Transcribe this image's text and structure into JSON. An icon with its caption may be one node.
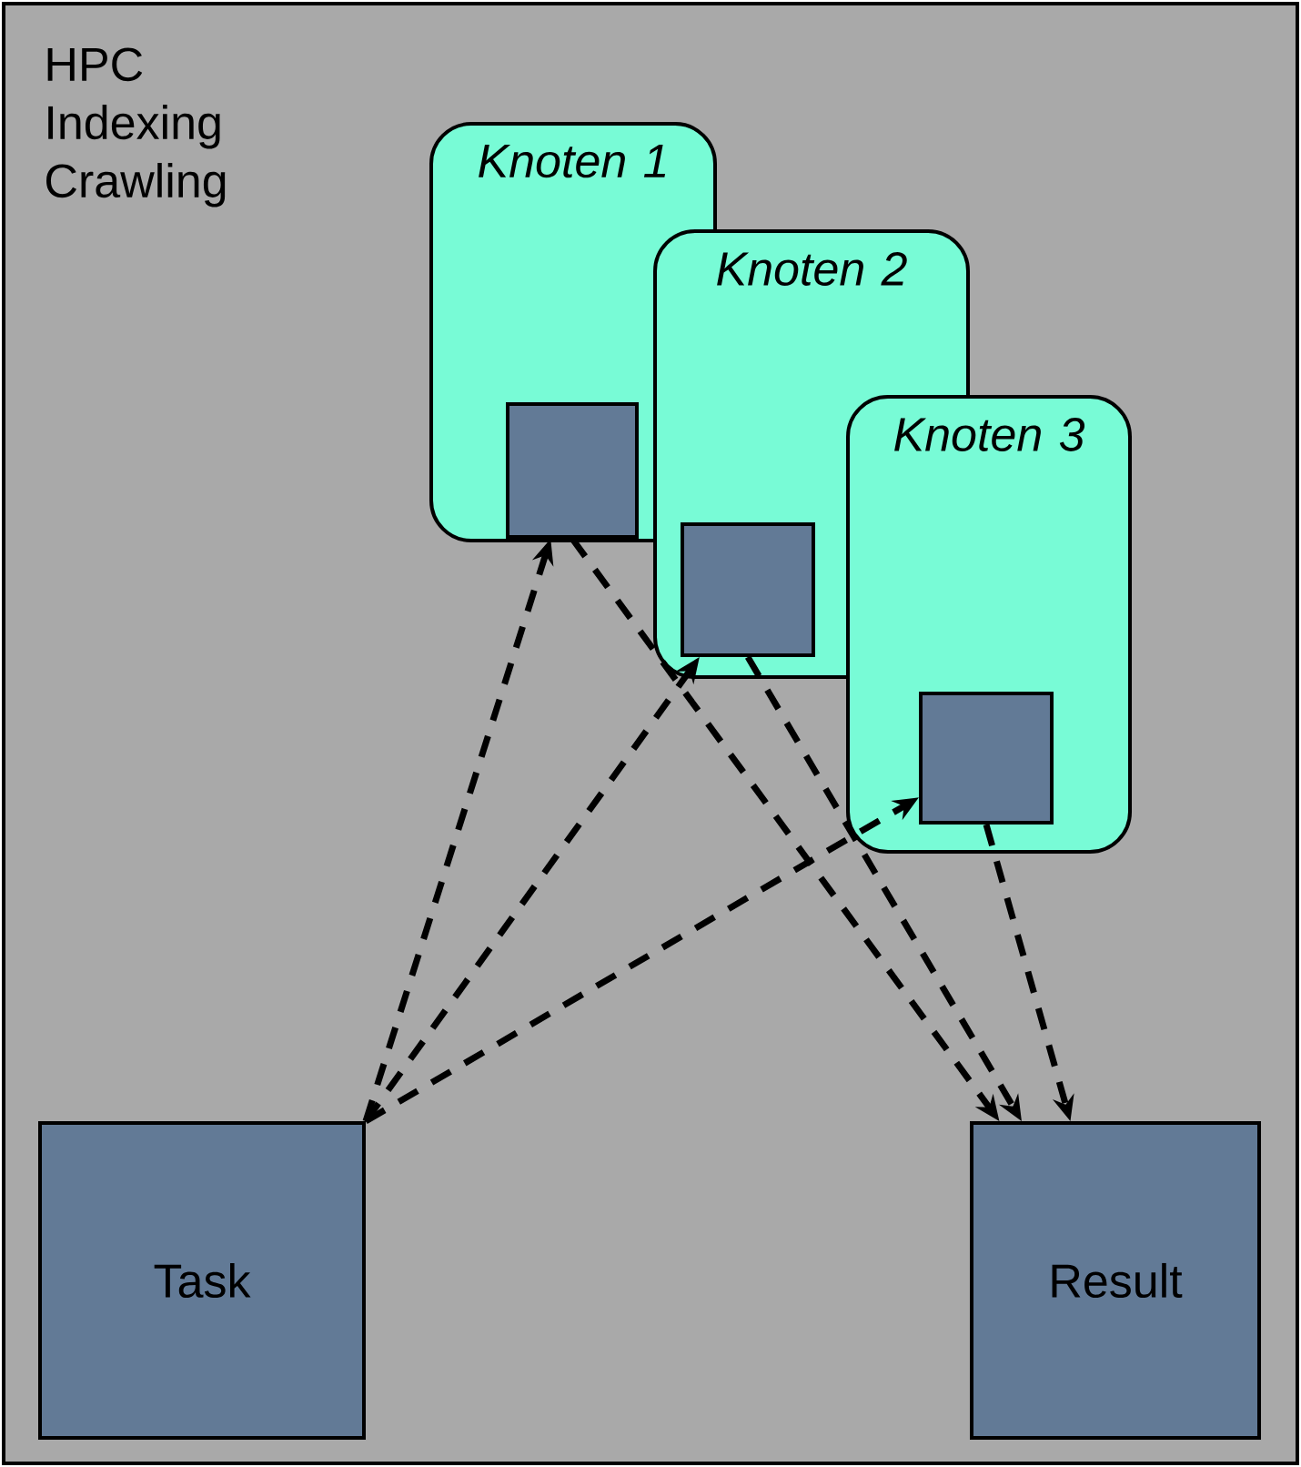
{
  "diagram": {
    "nodes": [
      {
        "text": [
          "HPC Indexing Crawling"
        ]
      },
      {
        "text": [
          "Knoten 1"
        ],
        "in": 0
      },
      {
        "text": [],
        "shape": "box",
        "in": 1
      },
      {
        "text": [
          "Knoten 2"
        ],
        "in": 0
      },
      {
        "text": [],
        "shape": "box",
        "in": 3
      },
      {
        "text": [
          "Knoten 3"
        ],
        "in": 0
      },
      {
        "text": [],
        "shape": "box",
        "in": 5
      },
      {
        "text": [
          "Task"
        ],
        "in": 0
      },
      {
        "text": [
          "Result"
        ],
        "in": 0
      }
    ],
    "edges": [
      {
        "from": 7,
        "to": 2,
        "arrow": "to",
        "style": "dashed"
      },
      {
        "from": 7,
        "to": 4,
        "arrow": "to",
        "style": "dashed"
      },
      {
        "from": 7,
        "to": 6,
        "arrow": "to",
        "style": "dashed"
      },
      {
        "from": 2,
        "to": 8,
        "arrow": "to",
        "style": "dashed"
      },
      {
        "from": 4,
        "to": 8,
        "arrow": "to",
        "style": "dashed"
      },
      {
        "from": 6,
        "to": 8,
        "arrow": "to",
        "style": "dashed"
      }
    ]
  }
}
